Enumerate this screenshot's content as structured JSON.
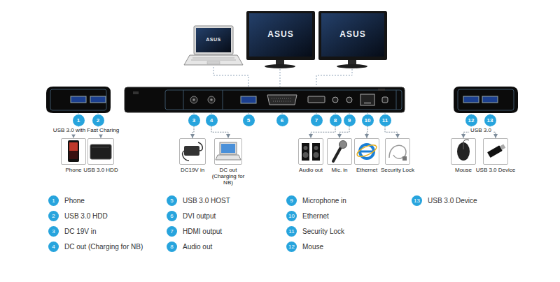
{
  "diagram": {
    "nodes": [
      {
        "text": [
          "1"
        ]
      },
      {
        "text": [
          "2"
        ]
      },
      {
        "text": [
          "3"
        ]
      },
      {
        "text": [
          "4"
        ]
      },
      {
        "text": [
          "5"
        ]
      },
      {
        "text": [
          "6"
        ]
      },
      {
        "text": [
          "7"
        ]
      },
      {
        "text": [
          "8"
        ]
      },
      {
        "text": [
          "9"
        ]
      },
      {
        "text": [
          "10"
        ]
      },
      {
        "text": [
          "11"
        ]
      },
      {
        "text": [
          "12"
        ]
      },
      {
        "text": [
          "13"
        ]
      },
      {
        "text": [
          "Phone"
        ]
      },
      {
        "text": [
          "USB 3.0 HDD"
        ]
      },
      {
        "text": [
          "DC19V in"
        ]
      },
      {
        "text": [
          "DC out (Charging for NB)"
        ]
      },
      {
        "text": [
          "Audio out"
        ]
      },
      {
        "text": [
          "Mic. in"
        ]
      },
      {
        "text": [
          "Ethernet"
        ]
      },
      {
        "text": [
          "Security Lock"
        ]
      },
      {
        "text": [
          "Mouse"
        ]
      },
      {
        "text": [
          "USB 3.0 Device"
        ]
      },
      {
        "text": [
          "1",
          "Phone"
        ]
      },
      {
        "text": [
          "2",
          "USB 3.0 HDD"
        ]
      },
      {
        "text": [
          "3",
          "DC 19V in"
        ]
      },
      {
        "text": [
          "4",
          "DC out (Charging for NB)"
        ]
      },
      {
        "text": [
          "5",
          "USB 3.0 HOST"
        ]
      },
      {
        "text": [
          "6",
          "DVI output"
        ]
      },
      {
        "text": [
          "7",
          "HDMI output"
        ]
      },
      {
        "text": [
          "8",
          "Audio out"
        ]
      },
      {
        "text": [
          "9",
          "Microphone in"
        ]
      },
      {
        "text": [
          "10",
          "Ethernet"
        ]
      },
      {
        "text": [
          "11",
          "Security Lock"
        ]
      },
      {
        "text": [
          "12",
          "Mouse"
        ]
      },
      {
        "text": [
          "13",
          "USB 3.0 Device"
        ]
      }
    ],
    "edges": [
      {
        "from": 0,
        "to": 13,
        "arrow": "to"
      },
      {
        "from": 1,
        "to": 14,
        "arrow": "to"
      },
      {
        "from": 2,
        "to": 15,
        "arrow": "to"
      },
      {
        "from": 3,
        "to": 16,
        "arrow": "to"
      },
      {
        "from": 7,
        "to": 17,
        "arrow": "to"
      },
      {
        "from": 8,
        "to": 18,
        "arrow": "to"
      },
      {
        "from": 9,
        "to": 19,
        "arrow": "to"
      },
      {
        "from": 10,
        "to": 20,
        "arrow": "to"
      },
      {
        "from": 11,
        "to": 21,
        "arrow": "to"
      },
      {
        "from": 12,
        "to": 22,
        "arrow": "to"
      }
    ],
    "labels": [
      "ASUS",
      "ASUS",
      "ASUS",
      "USB 3.0 with Fast Charing",
      "USB 3.0"
    ]
  }
}
